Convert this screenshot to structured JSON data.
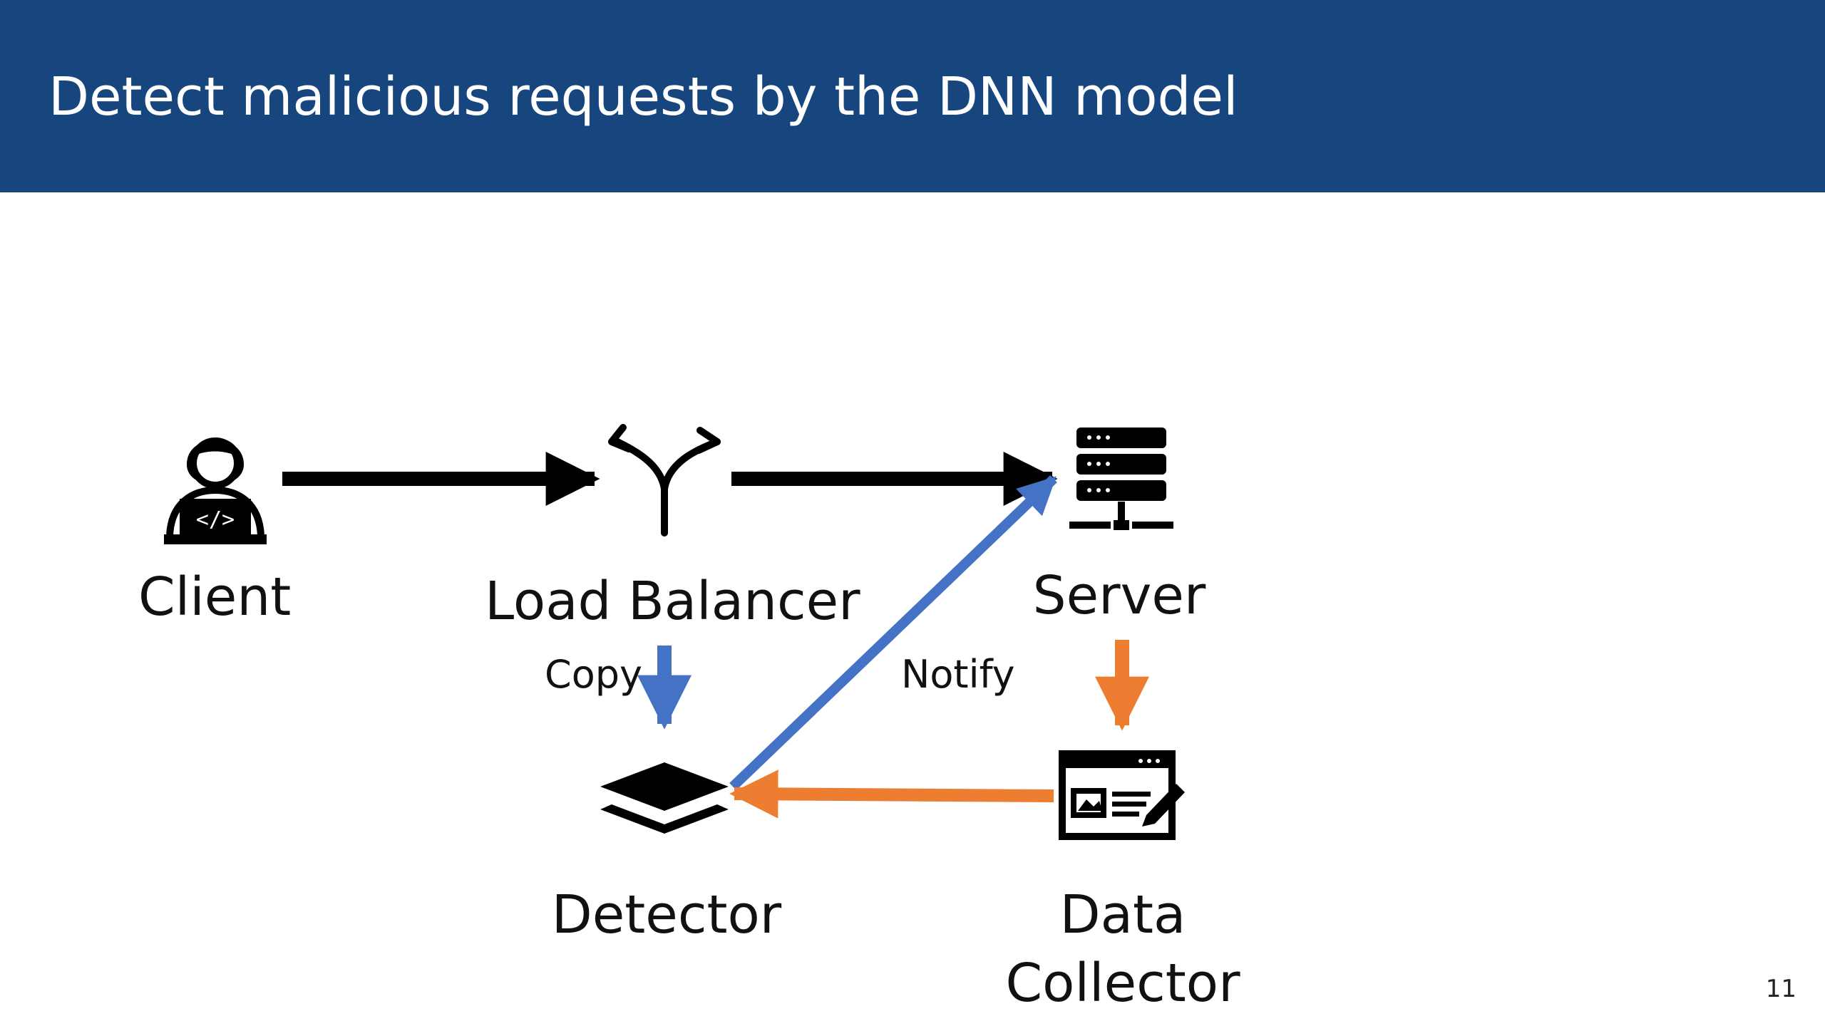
{
  "slide": {
    "title": "Detect malicious requests by the DNN model",
    "page_number": "11"
  },
  "colors": {
    "header": "#17467f",
    "request_flow": "#000000",
    "copy_notify": "#4472c4",
    "data_flow": "#ed7d31"
  },
  "nodes": [
    {
      "id": "client",
      "label": "Client",
      "icon": "developer-laptop-icon"
    },
    {
      "id": "load_balancer",
      "label": "Load Balancer",
      "icon": "split-arrow-icon"
    },
    {
      "id": "server",
      "label": "Server",
      "icon": "server-rack-icon"
    },
    {
      "id": "detector",
      "label": "Detector",
      "icon": "layers-icon"
    },
    {
      "id": "data_collector",
      "label": "Data Collector",
      "label_lines": [
        "Data",
        "Collector"
      ],
      "icon": "web-form-edit-icon"
    }
  ],
  "edges": [
    {
      "from": "client",
      "to": "load_balancer",
      "label": "",
      "color": "#000000"
    },
    {
      "from": "load_balancer",
      "to": "server",
      "label": "",
      "color": "#000000"
    },
    {
      "from": "load_balancer",
      "to": "detector",
      "label": "Copy",
      "color": "#4472c4"
    },
    {
      "from": "detector",
      "to": "server",
      "label": "Notify",
      "color": "#4472c4"
    },
    {
      "from": "server",
      "to": "data_collector",
      "label": "",
      "color": "#ed7d31"
    },
    {
      "from": "data_collector",
      "to": "detector",
      "label": "",
      "color": "#ed7d31"
    }
  ]
}
